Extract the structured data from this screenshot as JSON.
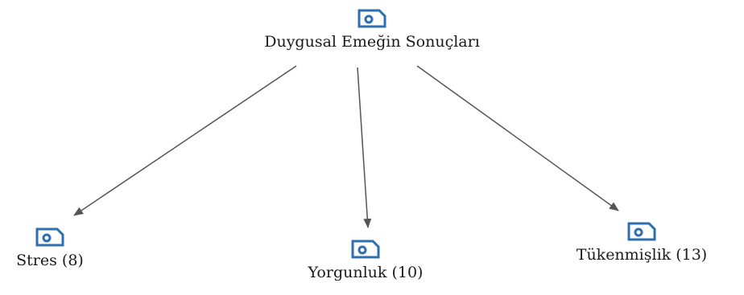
{
  "diagram": {
    "root": {
      "label": "Duygusal Emeğin Sonuçları",
      "icon": "code-icon"
    },
    "children": [
      {
        "label": "Stres (8)",
        "icon": "code-icon"
      },
      {
        "label": "Yorgunluk (10)",
        "icon": "code-icon"
      },
      {
        "label": "Tükenmişlik (13)",
        "icon": "code-icon"
      }
    ],
    "colors": {
      "icon": "#2f6fb0",
      "edge": "#555555",
      "text": "#1a1a1a"
    }
  }
}
